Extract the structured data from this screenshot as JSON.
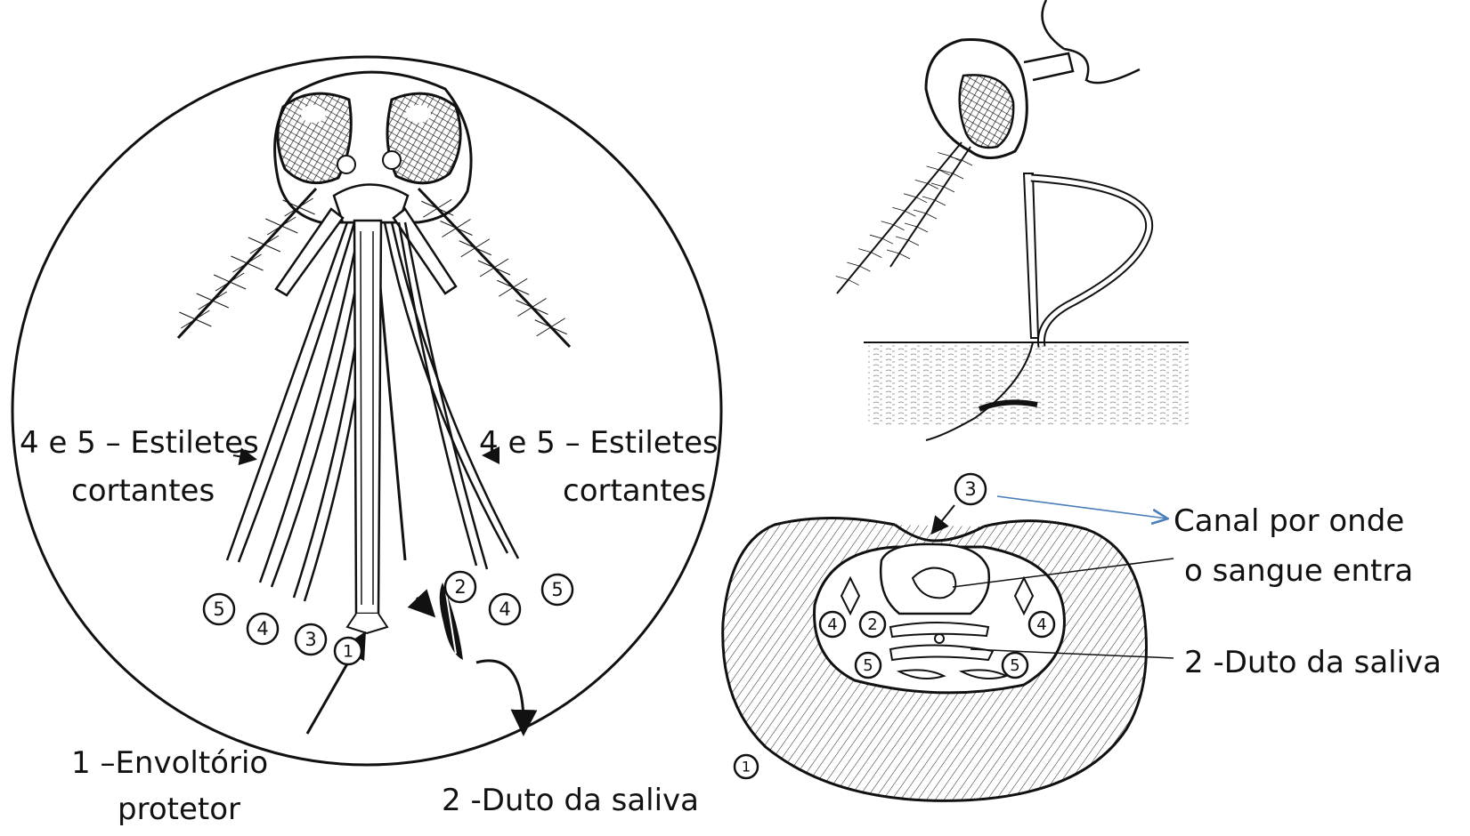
{
  "labels": {
    "stylets_left_line1": "4 e 5 – Estiletes",
    "stylets_left_line2": "cortantes",
    "stylets_right_line1": "4 e 5 – Estiletes",
    "stylets_right_line2": "cortantes",
    "sheath_line1": "1 –Envoltório",
    "sheath_line2": "protetor",
    "saliva_duct_bottom": "2 -Duto da saliva",
    "channel_line1": "Canal por onde",
    "channel_line2": "o sangue entra",
    "saliva_duct_right": "2 -Duto da saliva"
  },
  "markers": {
    "m1": "1",
    "m2": "2",
    "m3": "3",
    "m4": "4",
    "m5": "5"
  },
  "colors": {
    "line": "#111111",
    "pointer_arrow": "#4a7ebb"
  }
}
